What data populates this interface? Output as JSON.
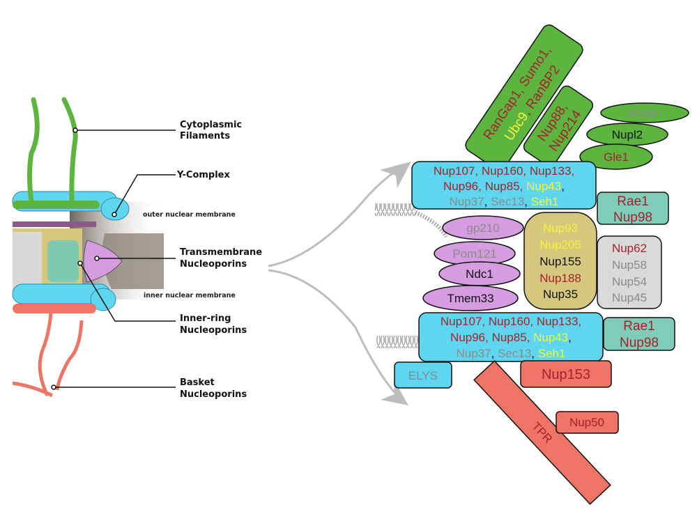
{
  "colors": {
    "red_text": "#a3222c",
    "yellow_text": "#f6f43a",
    "gray_text": "#8a8a8a",
    "black_text": "#111111",
    "y_complex": "#5fd6f0",
    "cytoplasmic": "#5db540",
    "transmembrane": "#d59ce0",
    "inner_ring": "#d6c77e",
    "fg_nups": "#d9d9d9",
    "rae1": "#7fcdb8",
    "basket": "#ee7566"
  },
  "illustration": {
    "labels": {
      "cytoplasmic_filaments": [
        "Cytoplasmic",
        "Filaments"
      ],
      "y_complex": "Y-Complex",
      "outer_membrane": "outer nuclear membrane",
      "transmembrane": [
        "Transmembrane",
        "Nucleoporins"
      ],
      "inner_membrane": "inner nuclear membrane",
      "inner_ring": [
        "Inner-ring",
        "Nucleoporins"
      ],
      "basket": [
        "Basket",
        "Nucleoporins"
      ]
    }
  },
  "components": {
    "cytoplasmic_box1": {
      "line1": [
        "RanGap1, Sumo1,"
      ],
      "line2": [
        "Ubc9",
        ", RanBP2"
      ]
    },
    "cytoplasmic_box2": {
      "line1": "Nup88,",
      "line2": "Nup214"
    },
    "aladin": "Aladin",
    "nupl2": "Nupl2",
    "gle1": "Gle1",
    "y_complex_top": {
      "l1": [
        "Nup107, Nup160, Nup133,"
      ],
      "l2": [
        "Nup96, Nup85, ",
        "Nup43",
        ","
      ],
      "l3": [
        "Nup37",
        ", ",
        "Sec13",
        ", ",
        "Seh1"
      ]
    },
    "y_complex_bottom": {
      "l1": [
        "Nup107, Nup160, Nup133,"
      ],
      "l2": [
        "Nup96, Nup85, ",
        "Nup43",
        ","
      ],
      "l3": [
        "Nup37",
        ", ",
        "Sec13",
        ", ",
        "Seh1"
      ]
    },
    "rae1_top": [
      "Rae1",
      "Nup98"
    ],
    "rae1_bottom": [
      "Rae1",
      "Nup98"
    ],
    "transmembrane": [
      "gp210",
      "Pom121",
      "Ndc1",
      "Tmem33"
    ],
    "inner_ring": [
      "Nup93",
      "Nup205",
      "Nup155",
      "Nup188",
      "Nup35"
    ],
    "fg": [
      "Nup62",
      "Nup58",
      "Nup54",
      "Nup45"
    ],
    "elys": "ELYS",
    "nup153": "Nup153",
    "nup50": "Nup50",
    "tpr": "TPR"
  }
}
